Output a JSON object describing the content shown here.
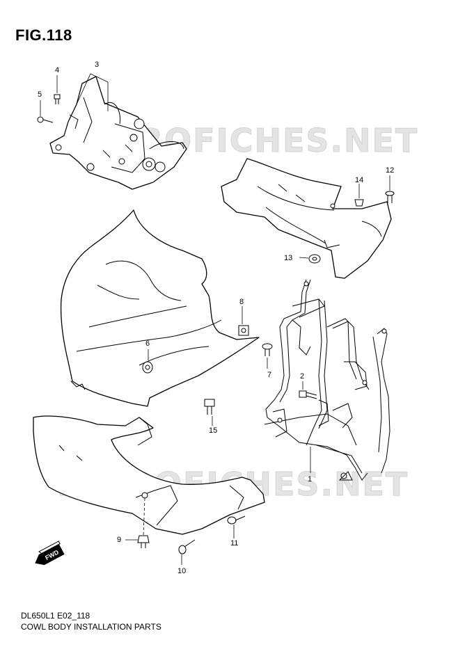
{
  "figure": {
    "title": "FIG.118",
    "model_code": "DL650L1 E02_118",
    "caption": "COWL BODY INSTALLATION PARTS"
  },
  "watermark": {
    "text": "MICROFICHES.NET"
  },
  "fwd_badge": {
    "label": "FWD"
  },
  "callouts": [
    "1",
    "2",
    "3",
    "4",
    "5",
    "6",
    "7",
    "8",
    "9",
    "10",
    "11",
    "12",
    "13",
    "14",
    "15"
  ]
}
